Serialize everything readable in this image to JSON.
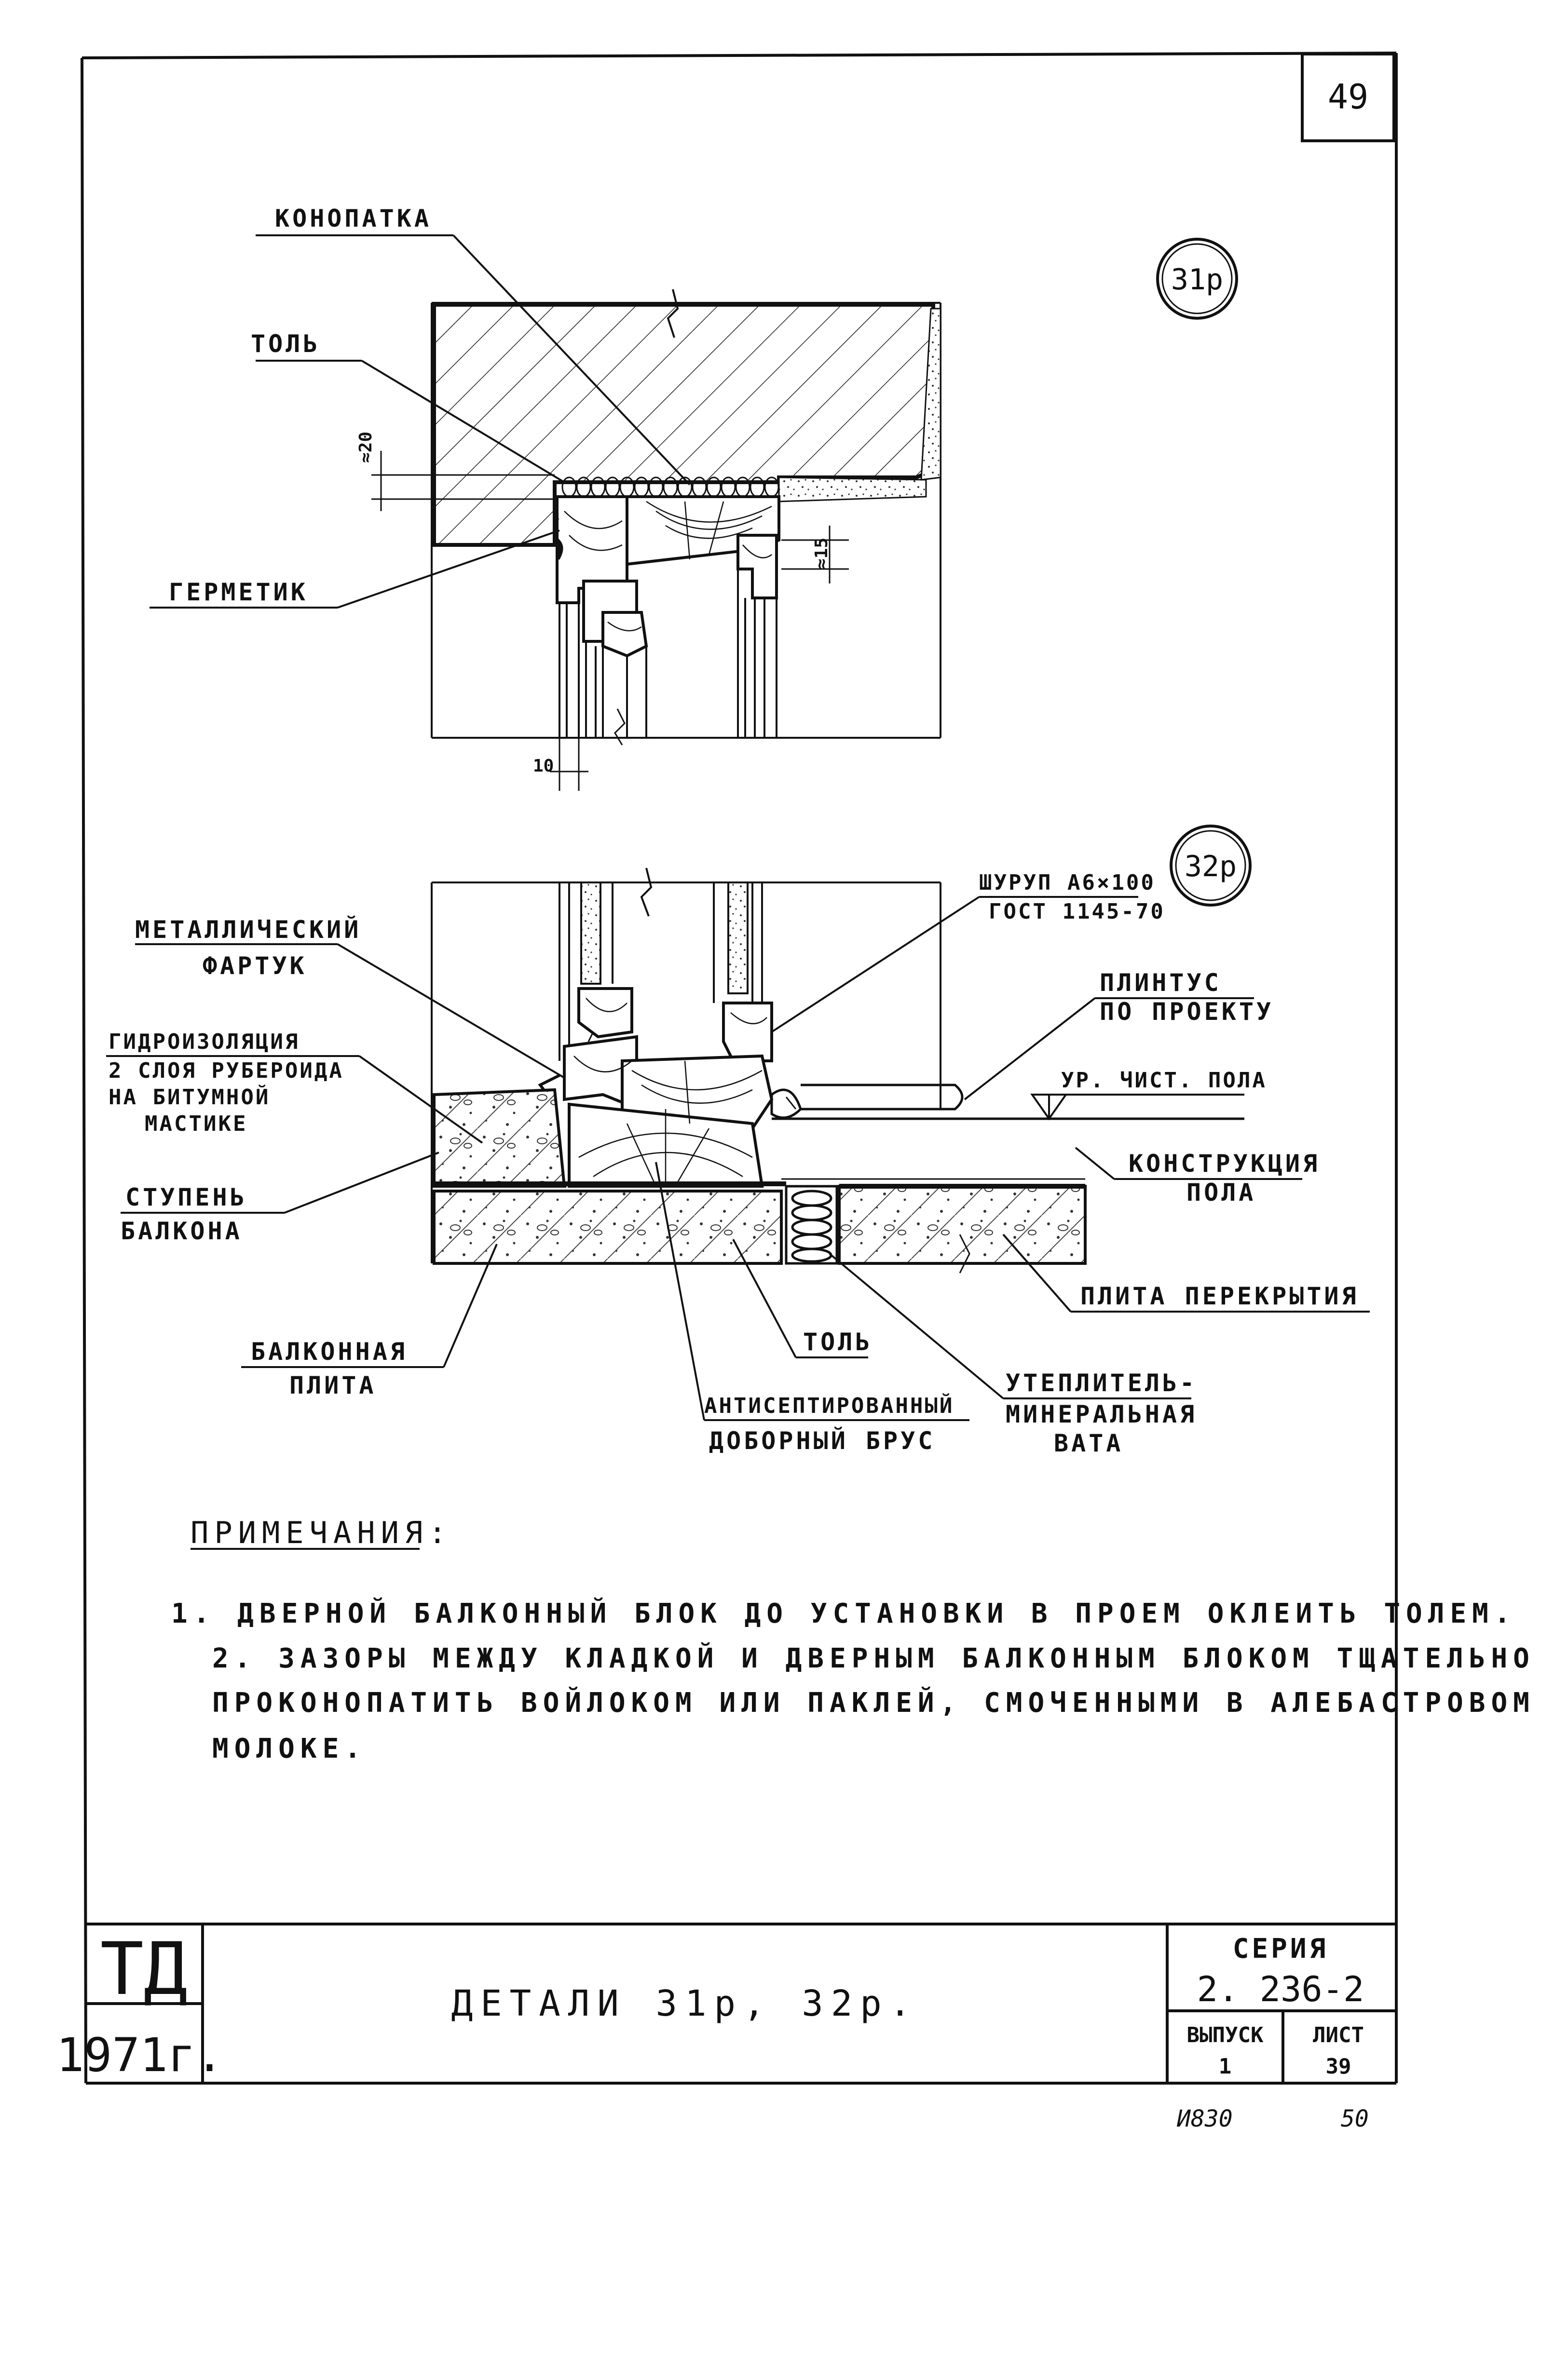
{
  "sheet": {
    "page_number": "49",
    "bottom_left_note": "И830",
    "bottom_right_note": "50"
  },
  "detail_31": {
    "marker": "31р",
    "labels": {
      "konopatka": "КОНОПАТКА",
      "tol": "ТОЛЬ",
      "germetik": "ГЕРМЕТИК"
    },
    "dims": {
      "d20": "≈20",
      "d15": "≈15",
      "d10": "10"
    }
  },
  "detail_32": {
    "marker": "32р",
    "labels": {
      "fartuk_1": "МЕТАЛЛИЧЕСКИЙ",
      "fartuk_2": "ФАРТУК",
      "gidro_1": "ГИДРОИЗОЛЯЦИЯ",
      "gidro_2": "2 СЛОЯ РУБЕРОИДА",
      "gidro_3": "НА БИТУМНОЙ",
      "gidro_4": "МАСТИКЕ",
      "stupen_1": "СТУПЕНЬ",
      "stupen_2": "БАЛКОНА",
      "plita_1": "БАЛКОННАЯ",
      "plita_2": "ПЛИТА",
      "tol": "ТОЛЬ",
      "brus_1": "АНТИСЕПТИРОВАННЫЙ",
      "brus_2": "ДОБОРНЫЙ БРУС",
      "uteplitel_1": "УТЕПЛИТЕЛЬ-",
      "uteplitel_2": "МИНЕРАЛЬНАЯ",
      "uteplitel_3": "ВАТА",
      "shurup_1": "ШУРУП А6×100",
      "shurup_2": "ГОСТ 1145-70",
      "plintus_1": "ПЛИНТУС",
      "plintus_2": "ПО ПРОЕКТУ",
      "pol_level": "УР. ЧИСТ. ПОЛА",
      "konstr_1": "КОНСТРУКЦИЯ",
      "konstr_2": "ПОЛА",
      "perekr": "ПЛИТА ПЕРЕКРЫТИЯ"
    }
  },
  "notes": {
    "title": "ПРИМЕЧАНИЯ:",
    "line1": "1. ДВЕРНОЙ БАЛКОННЫЙ БЛОК ДО УСТАНОВКИ В ПРОЕМ ОКЛЕИТЬ ТОЛЕМ.",
    "line2a": "2. ЗАЗОРЫ МЕЖДУ КЛАДКОЙ И ДВЕРНЫМ БАЛКОННЫМ БЛОКОМ ТЩАТЕЛЬНО",
    "line2b": "ПРОКОНОПАТИТЬ ВОЙЛОКОМ ИЛИ ПАКЛЕЙ, СМОЧЕННЫМИ В АЛЕБАСТРОВОМ",
    "line2c": "МОЛОКЕ."
  },
  "title_block": {
    "org": "ТД",
    "year": "1971г.",
    "title": "ДЕТАЛИ 31р, 32р.",
    "series_label": "СЕРИЯ",
    "series_value": "2. 236-2",
    "issue_label": "ВЫПУСК",
    "issue_value": "1",
    "sheet_label": "ЛИСТ",
    "sheet_value": "39"
  }
}
